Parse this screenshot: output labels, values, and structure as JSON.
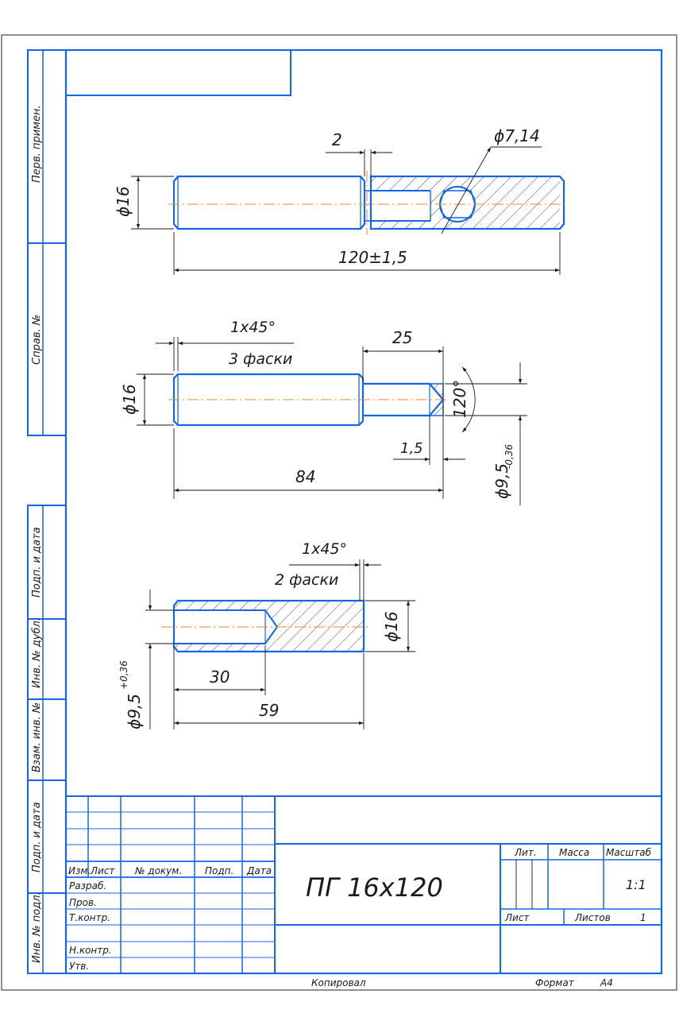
{
  "side_stamps": {
    "perv_primen": "Перв. примен.",
    "sprav_no": "Справ. №",
    "podp_data_1": "Подп. и дата",
    "inv_dubl": "Инв. № дубл.",
    "vzam_inv": "Взам. инв. №",
    "podp_data_2": "Подп. и дата",
    "inv_podl": "Инв. № подл."
  },
  "views": {
    "top": {
      "dia": "ϕ16",
      "slot": "2",
      "hole": "ϕ7,14",
      "length": "120±1,5"
    },
    "middle": {
      "chamfer": "1x45°",
      "chamfer_count": "3 фаски",
      "dia": "ϕ16",
      "shank_len": "25",
      "angle": "120°",
      "tip": "1,5",
      "length": "84",
      "shank_dia": "ϕ9,5",
      "shank_tol": "-0,36"
    },
    "bottom": {
      "chamfer": "1x45°",
      "chamfer_count": "2 фаски",
      "dia": "ϕ16",
      "bore_depth": "30",
      "length": "59",
      "bore_dia": "ϕ9,5",
      "bore_tol": "+0,36"
    }
  },
  "title_block": {
    "designation": "ПГ 16x120",
    "headers": {
      "izm": "Изм.",
      "list": "Лист",
      "doc_no": "№ докум.",
      "podp": "Подп.",
      "data": "Дата"
    },
    "roles": {
      "razrab": "Разраб.",
      "prov": "Пров.",
      "tkontr": "Т.контр.",
      "nkontr": "Н.контр.",
      "utv": "Утв."
    },
    "lit": "Лит.",
    "massa": "Масса",
    "masshtab": "Масштаб",
    "scale_value": "1:1",
    "sheet_label": "Лист",
    "sheets_label": "Листов",
    "sheets_value": "1"
  },
  "footer": {
    "kopiroval": "Копировал",
    "format_label": "Формат",
    "format_value": "А4"
  },
  "colors": {
    "frame": "#1565e8",
    "axis": "#f08a1e",
    "ink": "#1a1a1a"
  }
}
